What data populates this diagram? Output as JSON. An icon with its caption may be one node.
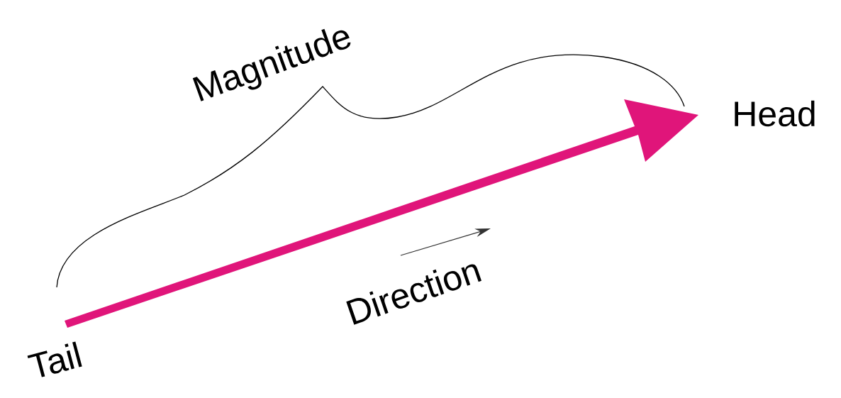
{
  "diagram": {
    "labels": [
      "Magnitude",
      "Head",
      "Direction",
      "Tail"
    ]
  }
}
